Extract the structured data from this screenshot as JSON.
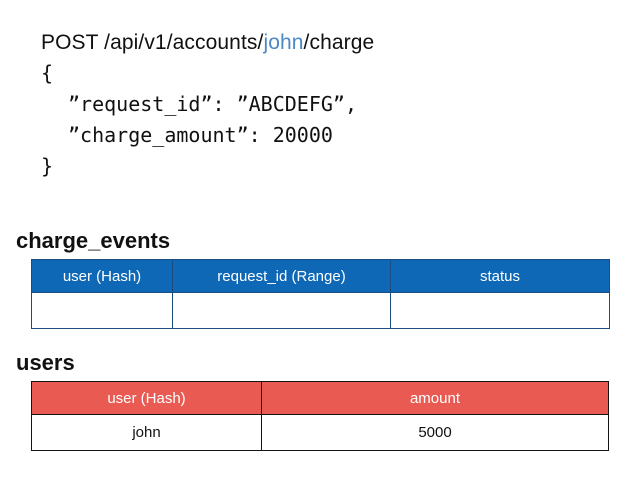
{
  "request": {
    "method": "POST",
    "path_prefix": "/api/v1/accounts/",
    "path_var": "john",
    "path_suffix": "/charge",
    "open_brace": "{",
    "close_brace": "}",
    "body_lines": [
      "”request_id”: ”ABCDEFG”,",
      "”charge_amount”: 20000"
    ]
  },
  "charge_events": {
    "caption": "charge_events",
    "accent_color": "#0e68b5",
    "columns": [
      "user (Hash)",
      "request_id (Range)",
      "status"
    ],
    "rows": [
      [
        "",
        "",
        ""
      ]
    ]
  },
  "users": {
    "caption": "users",
    "accent_color": "#e95b52",
    "columns": [
      "user (Hash)",
      "amount"
    ],
    "rows": [
      [
        "john",
        "5000"
      ]
    ]
  }
}
